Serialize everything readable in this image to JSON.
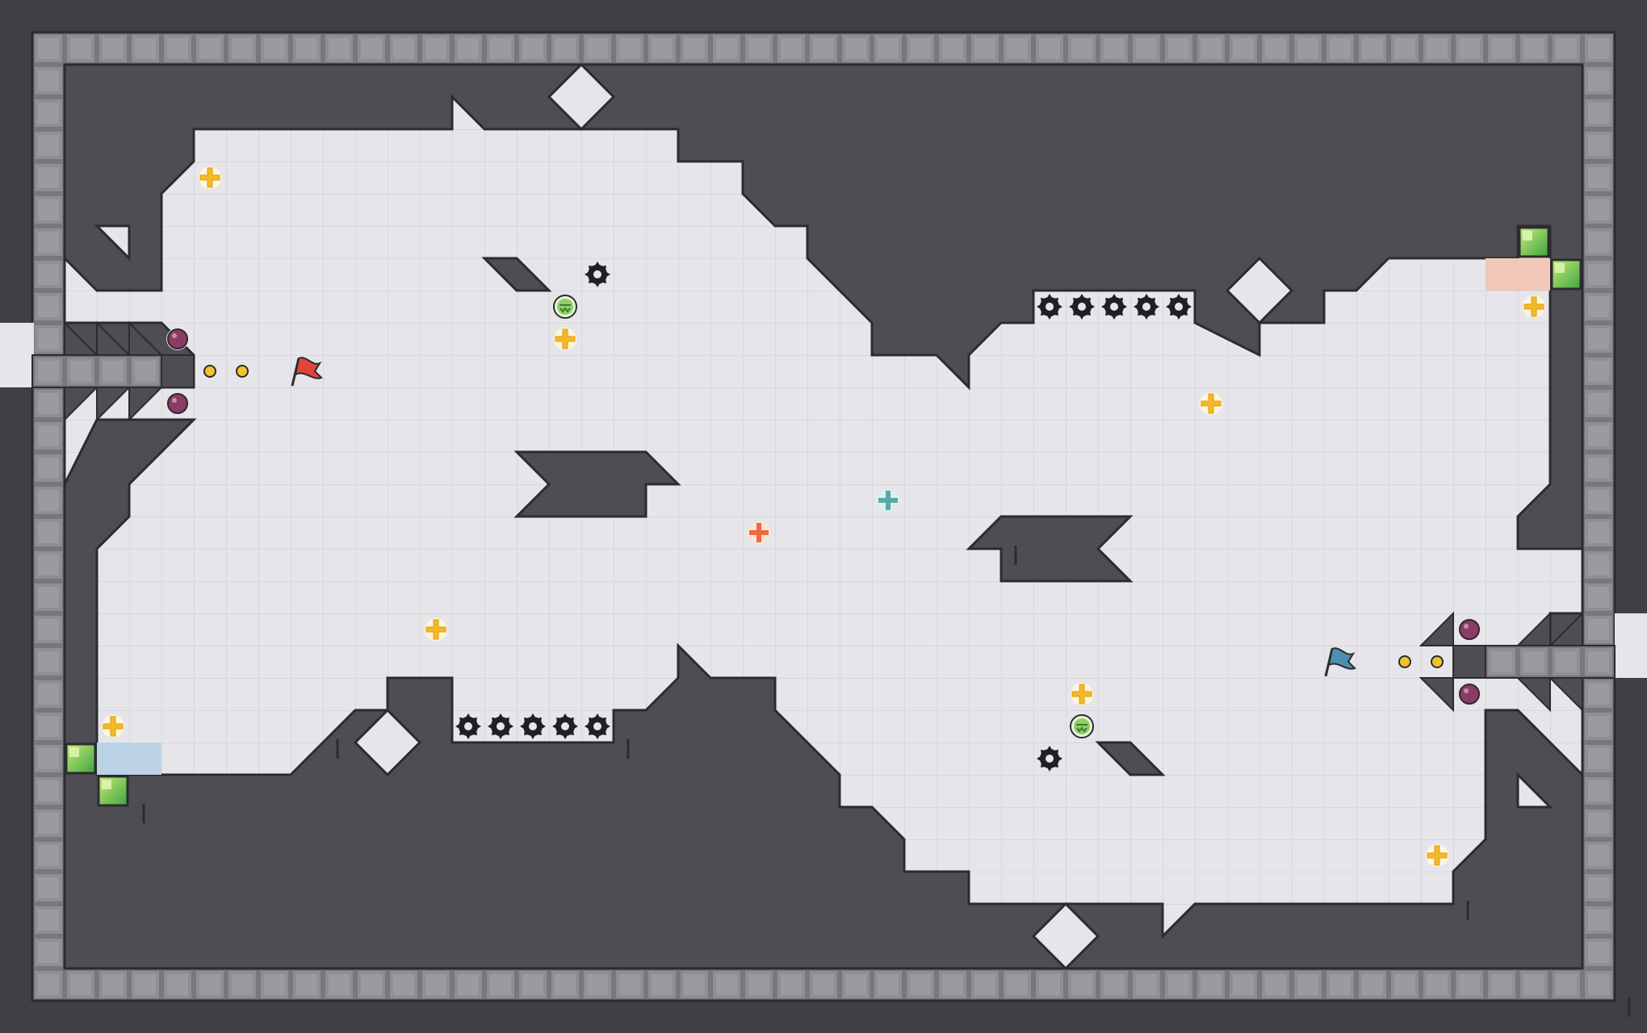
{
  "game": {
    "colors": {
      "outer": "#3f3f44",
      "wall": "#4d4d53",
      "border_tile": "#8e8e93",
      "floor": "#e6e6ea",
      "grid_line": "#d2d2d7",
      "edge": "#2b2b30",
      "star": "#f4b928",
      "star_orange": "#ef6a3c",
      "star_teal": "#5aa8a8",
      "bomb": "#8a3d63",
      "coin": "#f2c12e",
      "spike": "#1f1f24",
      "red_flag": "#e2433a",
      "blue_flag": "#4d8fae",
      "green_block": "#7bc84a",
      "blue_zone": "#bcd3e6",
      "pink_zone": "#f0c7b9"
    },
    "players": [
      {
        "name": "red-flag",
        "team": "red"
      },
      {
        "name": "blue-flag",
        "team": "blue"
      }
    ],
    "icons": [
      "star-powerup-icon",
      "bomb-icon",
      "spike-icon",
      "coin-icon",
      "flag-icon",
      "boost-tile-icon",
      "portal-icon"
    ]
  }
}
